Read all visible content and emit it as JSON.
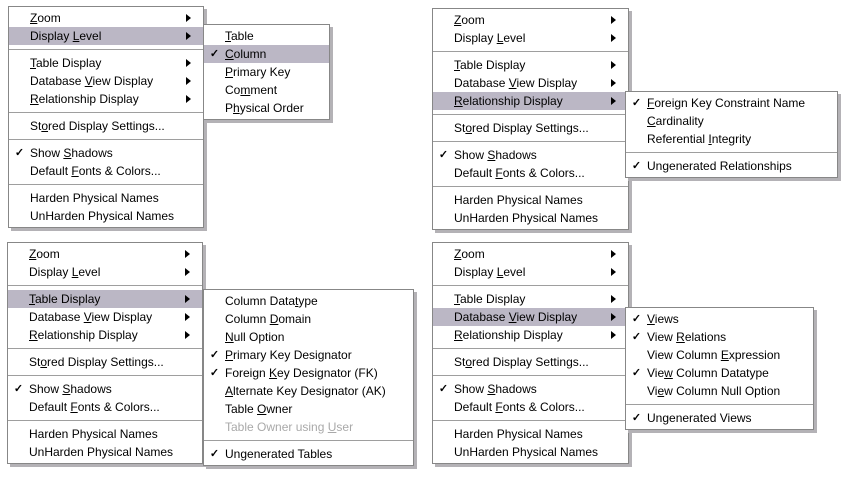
{
  "colors": {
    "highlight": "#bbb7c5",
    "menu_background": "#ffffff",
    "text": "#000000",
    "disabled_text": "#a9a9a9",
    "border": "#878787",
    "shadow": "#b4b2b6",
    "separator": "#9e9e9e"
  },
  "glyphs": {
    "check": "✓",
    "submenu_arrow": "▶"
  },
  "panels": [
    {
      "main_items": [
        {
          "label": "Zoom",
          "u": 0,
          "arrow": true
        },
        {
          "label": "Display Level",
          "u": 8,
          "arrow": true,
          "hl": true
        },
        {
          "sep": true
        },
        {
          "label": "Table Display",
          "u": 0,
          "arrow": true
        },
        {
          "label": "Database View Display",
          "u": 9,
          "arrow": true
        },
        {
          "label": "Relationship Display",
          "u": 0,
          "arrow": true
        },
        {
          "sep": true
        },
        {
          "label": "Stored Display Settings...",
          "u": 2
        },
        {
          "sep": true
        },
        {
          "label": "Show Shadows",
          "u": 5,
          "check": true
        },
        {
          "label": "Default Fonts & Colors...",
          "u": 8
        },
        {
          "sep": true
        },
        {
          "label": "Harden Physical Names",
          "u": -1
        },
        {
          "label": "UnHarden Physical Names",
          "u": -1
        }
      ],
      "submenu_items": [
        {
          "label": "Table",
          "u": 0
        },
        {
          "label": "Column",
          "u": 0,
          "check": true,
          "hl": true
        },
        {
          "label": "Primary Key",
          "u": 0
        },
        {
          "label": "Comment",
          "u": 2
        },
        {
          "label": "Physical Order",
          "u": 1
        }
      ]
    },
    {
      "main_items": [
        {
          "label": "Zoom",
          "u": 0,
          "arrow": true
        },
        {
          "label": "Display Level",
          "u": 8,
          "arrow": true
        },
        {
          "sep": true
        },
        {
          "label": "Table Display",
          "u": 0,
          "arrow": true
        },
        {
          "label": "Database View Display",
          "u": 9,
          "arrow": true
        },
        {
          "label": "Relationship Display",
          "u": 0,
          "arrow": true,
          "hl": true
        },
        {
          "sep": true
        },
        {
          "label": "Stored Display Settings...",
          "u": 2
        },
        {
          "sep": true
        },
        {
          "label": "Show Shadows",
          "u": 5,
          "check": true
        },
        {
          "label": "Default Fonts & Colors...",
          "u": 8
        },
        {
          "sep": true
        },
        {
          "label": "Harden Physical Names",
          "u": -1
        },
        {
          "label": "UnHarden Physical Names",
          "u": -1
        }
      ],
      "submenu_items": [
        {
          "label": "Foreign Key Constraint Name",
          "u": 0,
          "check": true
        },
        {
          "label": "Cardinality",
          "u": 0
        },
        {
          "label": "Referential Integrity",
          "u": 12
        },
        {
          "sep": true
        },
        {
          "label": "Ungenerated Relationships",
          "u": 2,
          "check": true
        }
      ]
    },
    {
      "main_items": [
        {
          "label": "Zoom",
          "u": 0,
          "arrow": true
        },
        {
          "label": "Display Level",
          "u": 8,
          "arrow": true
        },
        {
          "sep": true
        },
        {
          "label": "Table Display",
          "u": 0,
          "arrow": true,
          "hl": true
        },
        {
          "label": "Database View Display",
          "u": 9,
          "arrow": true
        },
        {
          "label": "Relationship Display",
          "u": 0,
          "arrow": true
        },
        {
          "sep": true
        },
        {
          "label": "Stored Display Settings...",
          "u": 2
        },
        {
          "sep": true
        },
        {
          "label": "Show Shadows",
          "u": 5,
          "check": true
        },
        {
          "label": "Default Fonts & Colors...",
          "u": 8
        },
        {
          "sep": true
        },
        {
          "label": "Harden Physical Names",
          "u": -1
        },
        {
          "label": "UnHarden Physical Names",
          "u": -1
        }
      ],
      "submenu_items": [
        {
          "label": "Column Datatype",
          "u": 11
        },
        {
          "label": "Column Domain",
          "u": 7
        },
        {
          "label": "Null Option",
          "u": 0
        },
        {
          "label": "Primary Key Designator",
          "u": 0,
          "check": true
        },
        {
          "label": "Foreign Key Designator (FK)",
          "u": 8,
          "check": true
        },
        {
          "label": "Alternate Key Designator (AK)",
          "u": 0
        },
        {
          "label": "Table Owner",
          "u": 6
        },
        {
          "label": "Table Owner using User",
          "u": 18,
          "dis": true
        },
        {
          "sep": true
        },
        {
          "label": "Ungenerated Tables",
          "u": 2,
          "check": true
        }
      ]
    },
    {
      "main_items": [
        {
          "label": "Zoom",
          "u": 0,
          "arrow": true
        },
        {
          "label": "Display Level",
          "u": 8,
          "arrow": true
        },
        {
          "sep": true
        },
        {
          "label": "Table Display",
          "u": 0,
          "arrow": true
        },
        {
          "label": "Database View Display",
          "u": 9,
          "arrow": true,
          "hl": true
        },
        {
          "label": "Relationship Display",
          "u": 0,
          "arrow": true
        },
        {
          "sep": true
        },
        {
          "label": "Stored Display Settings...",
          "u": 2
        },
        {
          "sep": true
        },
        {
          "label": "Show Shadows",
          "u": 5,
          "check": true
        },
        {
          "label": "Default Fonts & Colors...",
          "u": 8
        },
        {
          "sep": true
        },
        {
          "label": "Harden Physical Names",
          "u": -1
        },
        {
          "label": "UnHarden Physical Names",
          "u": -1
        }
      ],
      "submenu_items": [
        {
          "label": "Views",
          "u": 0,
          "check": true
        },
        {
          "label": "View Relations",
          "u": 5,
          "check": true
        },
        {
          "label": "View Column Expression",
          "u": 12
        },
        {
          "label": "View Column Datatype",
          "u": 3,
          "check": true
        },
        {
          "label": "View Column Null Option",
          "u": 2
        },
        {
          "sep": true
        },
        {
          "label": "Ungenerated Views",
          "u": 2,
          "check": true
        }
      ]
    }
  ]
}
